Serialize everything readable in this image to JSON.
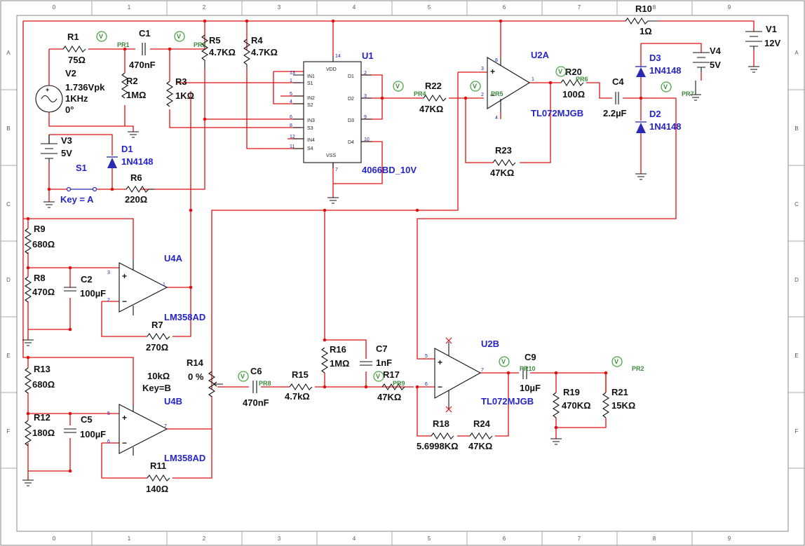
{
  "border": {
    "columns": [
      "0",
      "1",
      "2",
      "3",
      "4",
      "5",
      "6",
      "7",
      "8",
      "9"
    ],
    "rows": [
      "A",
      "B",
      "C",
      "D",
      "E",
      "F"
    ]
  },
  "components": {
    "R1": {
      "ref": "R1",
      "value": "75Ω"
    },
    "R2": {
      "ref": "R2",
      "value": "1MΩ"
    },
    "R3": {
      "ref": "R3",
      "value": "1KΩ"
    },
    "R4": {
      "ref": "R4",
      "value": "4.7KΩ"
    },
    "R5": {
      "ref": "R5",
      "value": "4.7KΩ"
    },
    "R6": {
      "ref": "R6",
      "value": "220Ω"
    },
    "R7": {
      "ref": "R7",
      "value": "270Ω"
    },
    "R8": {
      "ref": "R8",
      "value": "470Ω"
    },
    "R9": {
      "ref": "R9",
      "value": "680Ω"
    },
    "R10": {
      "ref": "R10",
      "value": "1Ω"
    },
    "R11": {
      "ref": "R11",
      "value": "140Ω"
    },
    "R12": {
      "ref": "R12",
      "value": "180Ω"
    },
    "R13": {
      "ref": "R13",
      "value": "680Ω"
    },
    "R14": {
      "ref": "R14",
      "value": "10kΩ",
      "key": "Key=B",
      "setting": "0 %"
    },
    "R15": {
      "ref": "R15",
      "value": "4.7kΩ"
    },
    "R16": {
      "ref": "R16",
      "value": "1MΩ"
    },
    "R17": {
      "ref": "R17",
      "value": "47KΩ"
    },
    "R18": {
      "ref": "R18",
      "value": "5.6998KΩ"
    },
    "R19": {
      "ref": "R19",
      "value": "470KΩ"
    },
    "R20": {
      "ref": "R20",
      "value": "100Ω"
    },
    "R21": {
      "ref": "R21",
      "value": "15KΩ"
    },
    "R22": {
      "ref": "R22",
      "value": "47KΩ"
    },
    "R23": {
      "ref": "R23",
      "value": "47KΩ"
    },
    "R24": {
      "ref": "R24",
      "value": "47KΩ"
    },
    "C1": {
      "ref": "C1",
      "value": "470nF"
    },
    "C2": {
      "ref": "C2",
      "value": "100µF"
    },
    "C4": {
      "ref": "C4",
      "value": "2.2µF"
    },
    "C5": {
      "ref": "C5",
      "value": "100µF"
    },
    "C6": {
      "ref": "C6",
      "value": "470nF"
    },
    "C7": {
      "ref": "C7",
      "value": "1nF"
    },
    "C9": {
      "ref": "C9",
      "value": "10µF"
    },
    "D1": {
      "ref": "D1",
      "value": "1N4148"
    },
    "D2": {
      "ref": "D2",
      "value": "1N4148"
    },
    "D3": {
      "ref": "D3",
      "value": "1N4148"
    },
    "V1": {
      "ref": "V1",
      "value": "12V"
    },
    "V2": {
      "ref": "V2",
      "amp": "1.736Vpk",
      "freq": "1KHz",
      "phase": "0°"
    },
    "V3": {
      "ref": "V3",
      "value": "5V"
    },
    "V4": {
      "ref": "V4",
      "value": "5V"
    },
    "S1": {
      "ref": "S1",
      "key": "Key = A"
    },
    "U1": {
      "ref": "U1",
      "part": "4066BD_10V"
    },
    "U2A": {
      "ref": "U2A",
      "part": "TL072MJGB"
    },
    "U2B": {
      "ref": "U2B",
      "part": "TL072MJGB"
    },
    "U4A": {
      "ref": "U4A",
      "part": "LM358AD"
    },
    "U4B": {
      "ref": "U4B",
      "part": "LM358AD"
    }
  },
  "probes": {
    "PR1": "PR1",
    "PR2": "PR2",
    "PR3": "PR3",
    "PR4": "PR4",
    "PR5": "PR5",
    "PR6": "PR6",
    "PR7": "PR7",
    "PR8": "PR8",
    "PR9": "PR9",
    "PR10": "PR10",
    "symbol": "V"
  },
  "u1_pins": {
    "vdd": "VDD",
    "vss": "VSS",
    "in1": "IN1",
    "s1": "S1",
    "in2": "IN2",
    "s2": "S2",
    "in3": "IN3",
    "s3": "S3",
    "in4": "IN4",
    "s4": "S4",
    "d1": "D1",
    "d2": "D2",
    "d3": "D3",
    "d4": "D4",
    "n14": "14",
    "n13": "13",
    "n1": "1",
    "n5": "5",
    "n4": "4",
    "n6": "6",
    "n8": "8",
    "n12": "12",
    "n11": "11",
    "n2": "2",
    "n3": "3",
    "n9": "9",
    "n10": "10",
    "n7": "7"
  },
  "opamp_pins": {
    "plus": "+",
    "minus": "−",
    "p8": "8",
    "p4": "4",
    "p3": "3",
    "p2": "2",
    "p1": "1",
    "p5": "5",
    "p6": "6",
    "p7": "7"
  }
}
